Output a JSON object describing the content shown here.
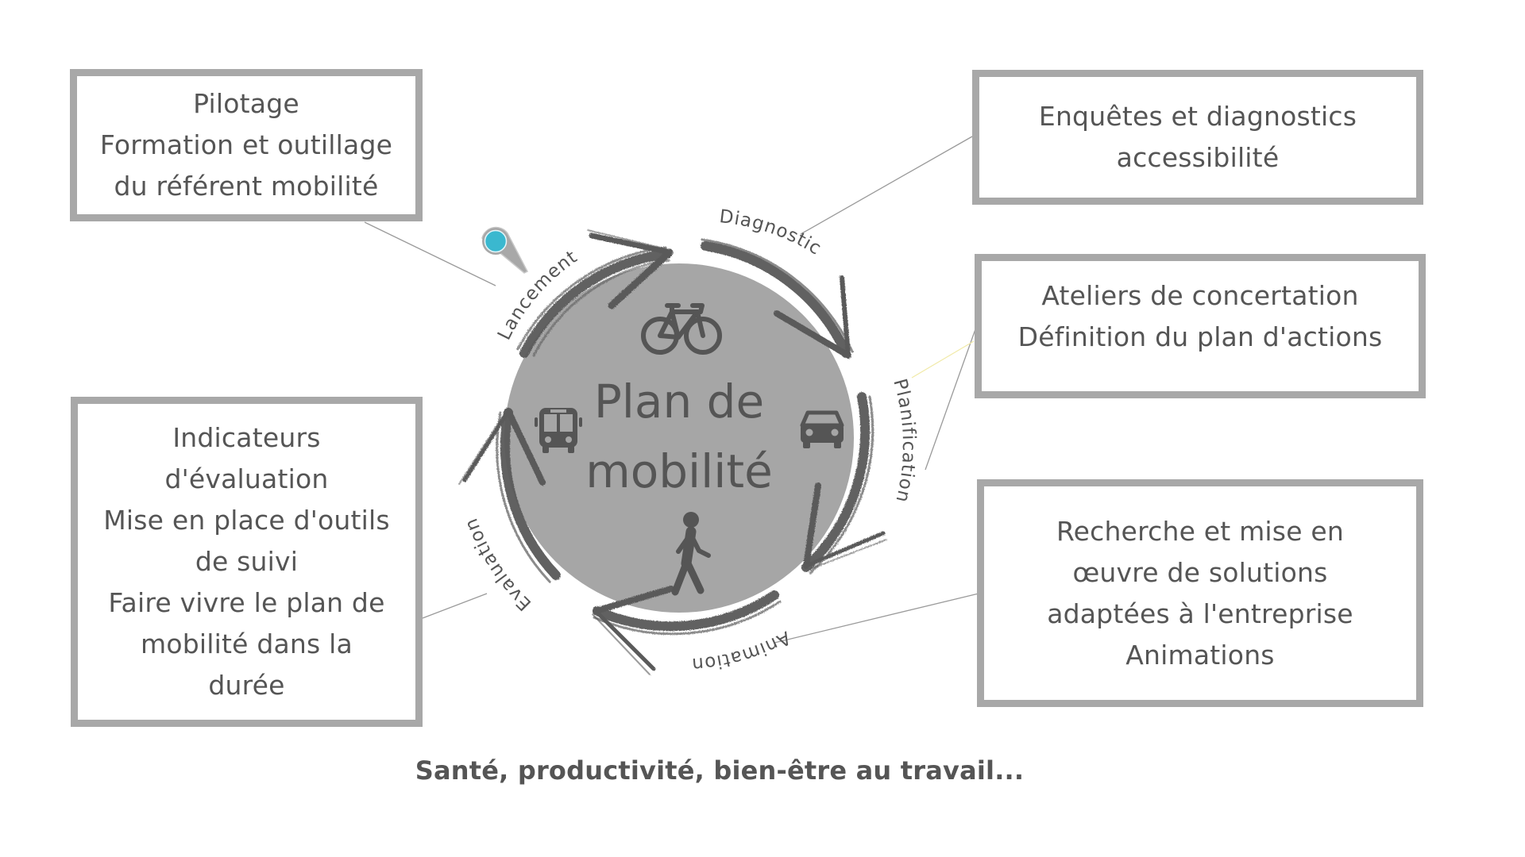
{
  "diagram": {
    "center": {
      "title_lines": [
        "Plan de",
        "mobilité"
      ],
      "fill_color": "#a6a6a6",
      "icons": [
        "bicycle-icon",
        "bus-icon",
        "car-icon",
        "pedestrian-icon"
      ]
    },
    "cycle_steps": [
      {
        "label": "Lancement"
      },
      {
        "label": "Diagnostic"
      },
      {
        "label": "Planification"
      },
      {
        "label": "Animation"
      },
      {
        "label": "Evaluation"
      }
    ],
    "start_marker": {
      "icon": "map-pin-icon",
      "color": "#3ab8cf"
    },
    "boxes": {
      "pilotage": {
        "step": "Lancement",
        "lines": [
          "Pilotage",
          "Formation et outillage",
          "du référent mobilité"
        ]
      },
      "enquetes": {
        "step": "Diagnostic",
        "lines": [
          "Enquêtes et diagnostics",
          "accessibilité"
        ]
      },
      "ateliers": {
        "step": "Planification",
        "lines": [
          "Ateliers de concertation",
          "Définition du plan d'actions"
        ]
      },
      "recherche": {
        "step": "Animation",
        "lines": [
          "Recherche et mise en",
          "œuvre de solutions",
          "adaptées à l'entreprise",
          "Animations"
        ]
      },
      "indicateurs": {
        "step": "Evaluation",
        "lines": [
          "Indicateurs",
          "d'évaluation",
          "Mise en place d'outils",
          "de suivi",
          "Faire vivre le plan de",
          "mobilité dans la",
          "durée"
        ]
      }
    },
    "colors": {
      "box_border": "#a8a8a8",
      "text": "#555555",
      "arrow": "#5a5a5a",
      "connector": "#9a9a9a",
      "connector_highlight": "#f1eaa8"
    }
  },
  "footer": {
    "tagline": "Santé, productivité, bien-être au travail..."
  }
}
